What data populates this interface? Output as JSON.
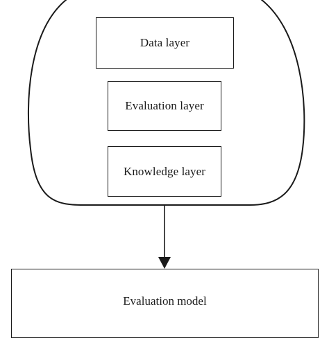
{
  "diagram": {
    "container": {
      "layers": [
        {
          "label": "Data layer"
        },
        {
          "label": "Evaluation layer"
        },
        {
          "label": "Knowledge layer"
        }
      ]
    },
    "output": {
      "label": "Evaluation model"
    }
  }
}
